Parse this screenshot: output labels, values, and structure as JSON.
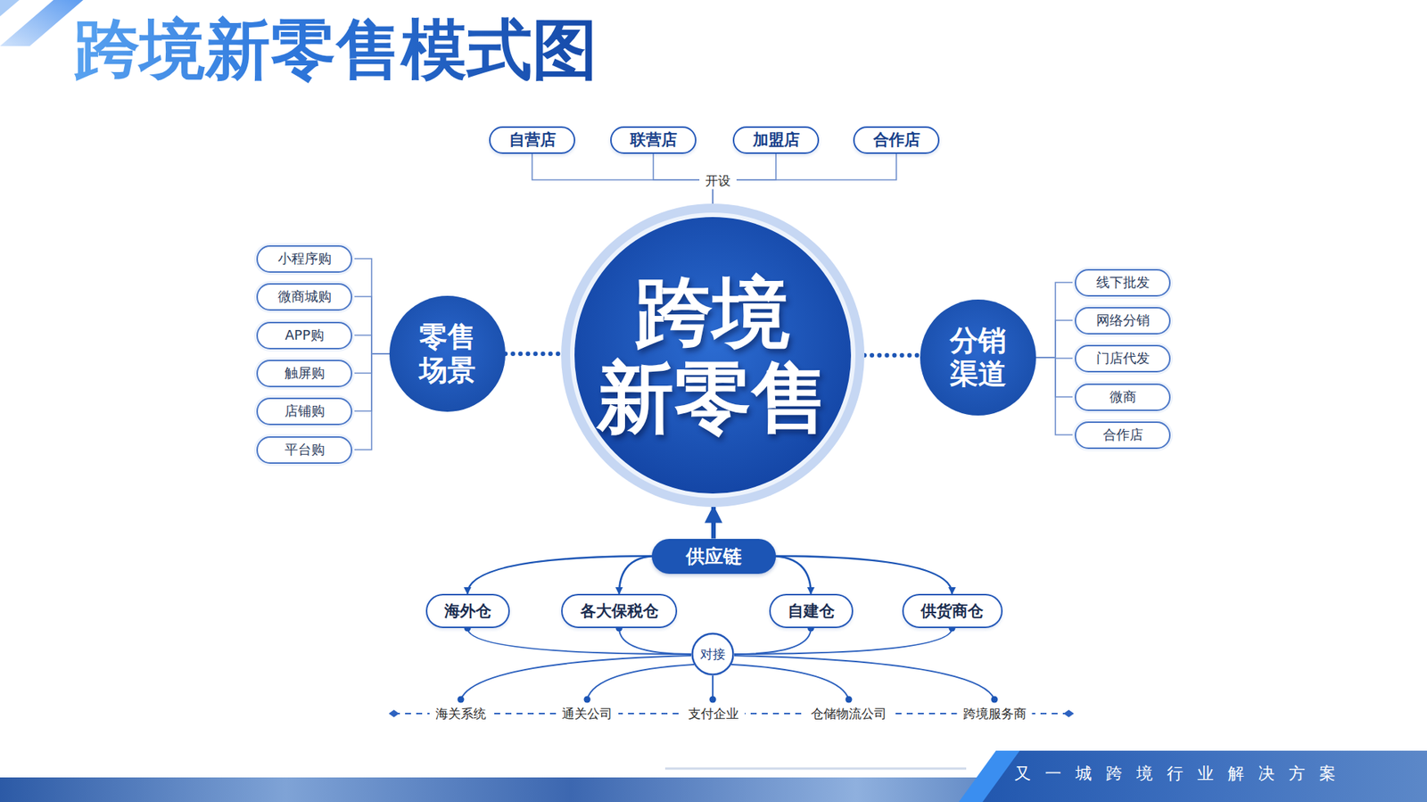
{
  "diagram": {
    "title": "跨境新零售模式图",
    "nodes": [
      {
        "text": [
          "自营店"
        ]
      },
      {
        "text": [
          "联营店"
        ]
      },
      {
        "text": [
          "加盟店"
        ]
      },
      {
        "text": [
          "合作店"
        ]
      },
      {
        "text": [
          "小程序购"
        ]
      },
      {
        "text": [
          "微商城购"
        ]
      },
      {
        "text": [
          "APP购"
        ]
      },
      {
        "text": [
          "触屏购"
        ]
      },
      {
        "text": [
          "店铺购"
        ]
      },
      {
        "text": [
          "平台购"
        ]
      },
      {
        "text": [
          "零售 场景"
        ]
      },
      {
        "text": [
          "跨境 新零售"
        ]
      },
      {
        "text": [
          "分销 渠道"
        ]
      },
      {
        "text": [
          "线下批发"
        ]
      },
      {
        "text": [
          "网络分销"
        ]
      },
      {
        "text": [
          "门店代发"
        ]
      },
      {
        "text": [
          "微商"
        ]
      },
      {
        "text": [
          "合作店"
        ]
      },
      {
        "text": [
          "供应链"
        ]
      },
      {
        "text": [
          "海外仓"
        ]
      },
      {
        "text": [
          "各大保税仓"
        ]
      },
      {
        "text": [
          "自建仓"
        ]
      },
      {
        "text": [
          "供货商仓"
        ]
      },
      {
        "text": [
          "对接"
        ]
      }
    ],
    "edges": [
      {
        "from": 11,
        "to": 0,
        "arrow": "none"
      },
      {
        "from": 11,
        "to": 1,
        "arrow": "none"
      },
      {
        "from": 11,
        "to": 2,
        "arrow": "none"
      },
      {
        "from": 11,
        "to": 3,
        "arrow": "none"
      },
      {
        "from": 10,
        "to": 4,
        "arrow": "none"
      },
      {
        "from": 10,
        "to": 5,
        "arrow": "none"
      },
      {
        "from": 10,
        "to": 6,
        "arrow": "none"
      },
      {
        "from": 10,
        "to": 7,
        "arrow": "none"
      },
      {
        "from": 10,
        "to": 8,
        "arrow": "none"
      },
      {
        "from": 10,
        "to": 9,
        "arrow": "none"
      },
      {
        "from": 10,
        "to": 11,
        "arrow": "none"
      },
      {
        "from": 11,
        "to": 12,
        "arrow": "none"
      },
      {
        "from": 12,
        "to": 13,
        "arrow": "none"
      },
      {
        "from": 12,
        "to": 14,
        "arrow": "none"
      },
      {
        "from": 12,
        "to": 15,
        "arrow": "none"
      },
      {
        "from": 12,
        "to": 16,
        "arrow": "none"
      },
      {
        "from": 12,
        "to": 17,
        "arrow": "none"
      },
      {
        "from": 18,
        "to": 11,
        "arrow": "to"
      },
      {
        "from": 18,
        "to": 19,
        "arrow": "to"
      },
      {
        "from": 18,
        "to": 20,
        "arrow": "to"
      },
      {
        "from": 18,
        "to": 21,
        "arrow": "to"
      },
      {
        "from": 18,
        "to": 22,
        "arrow": "to"
      },
      {
        "from": 19,
        "to": 23,
        "arrow": "none"
      },
      {
        "from": 20,
        "to": 23,
        "arrow": "none"
      },
      {
        "from": 21,
        "to": 23,
        "arrow": "none"
      },
      {
        "from": 22,
        "to": 23,
        "arrow": "none"
      }
    ],
    "labels": [
      "开设",
      "海关系统",
      "通关公司",
      "支付企业",
      "仓储物流公司",
      "跨境服务商",
      "又一城跨境行业解决方案"
    ]
  }
}
